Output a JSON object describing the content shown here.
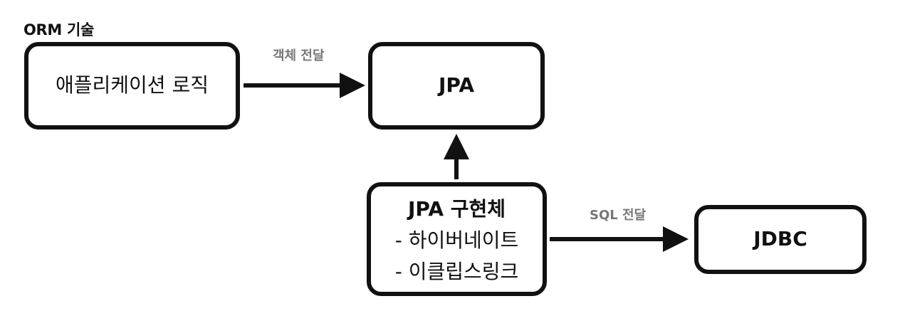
{
  "title": "ORM 기술",
  "nodes": {
    "app": {
      "label": "애플리케이션 로직"
    },
    "jpa": {
      "label": "JPA"
    },
    "impl": {
      "title": "JPA 구현체",
      "lines": [
        "- 하이버네이트",
        "- 이클립스링크"
      ]
    },
    "jdbc": {
      "label": "JDBC"
    }
  },
  "edges": {
    "app_to_jpa": {
      "label": "객체 전달"
    },
    "impl_to_jpa": {
      "label": ""
    },
    "impl_to_jdbc": {
      "label": "SQL 전달"
    }
  },
  "colors": {
    "stroke": "#111111",
    "edge_label": "#777777"
  }
}
